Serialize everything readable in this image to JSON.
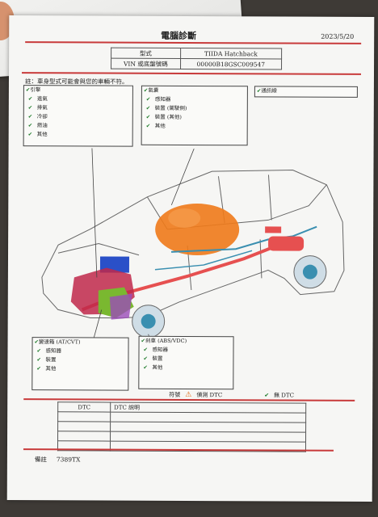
{
  "document": {
    "title": "電腦診斷",
    "date": "2023/5/20",
    "header_table": [
      {
        "label": "型式",
        "value": "TIIDA Hatchback"
      },
      {
        "label": "VIN 或底盤號碼",
        "value": "00000B18GSC009547"
      }
    ],
    "note": "註：車身型式可能會與您的車輛不符。",
    "systems": {
      "engine": {
        "title": "引擎",
        "items": [
          "進氣",
          "排氣",
          "冷卻",
          "燃油",
          "其他"
        ]
      },
      "airbag": {
        "title": "氣囊",
        "items": [
          "感知器",
          "裝置 (駕駛側)",
          "裝置 (其他)",
          "其他"
        ]
      },
      "comm": {
        "title": "通訊線"
      },
      "transmission": {
        "title": "變速箱 (AT/CVT)",
        "items": [
          "感知器",
          "裝置",
          "其他"
        ]
      },
      "brake": {
        "title": "刹車 (ABS/VDC)",
        "items": [
          "感知器",
          "裝置",
          "其他"
        ]
      }
    },
    "legend": {
      "label": "符號",
      "dtc_detected": "偵測 DTC",
      "no_dtc": "無 DTC"
    },
    "dtc_table": {
      "headers": [
        "DTC",
        "DTC 說明"
      ],
      "rows": 4
    },
    "remark": {
      "label": "備註",
      "value": "7389TX"
    },
    "check_icon": "check-icon",
    "warning_icon": "warning-triangle-icon",
    "colors": {
      "check": "#1c7a28",
      "rule": "#c83a3a",
      "airbag": "#f07a1a",
      "exhaust": "#e65050",
      "wiring": "#3a8fb0",
      "engine": "#c0284a",
      "transmission": "#7ab830",
      "battery": "#2a50c8"
    }
  }
}
